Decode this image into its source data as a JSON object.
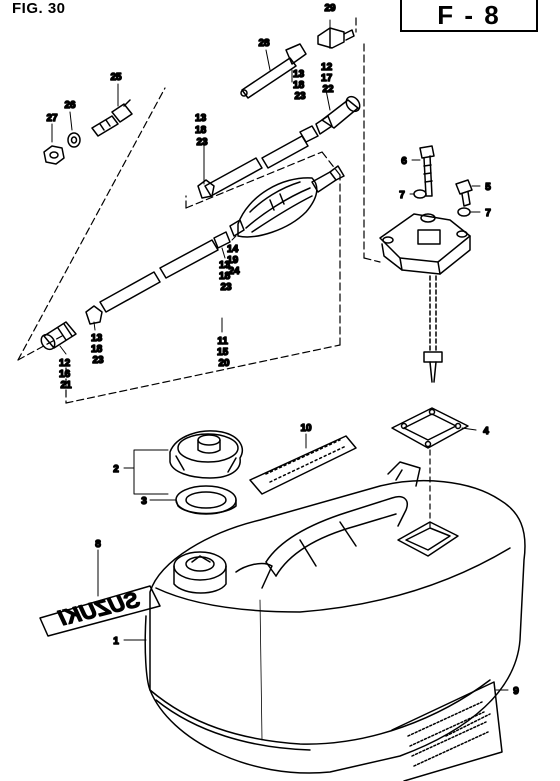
{
  "figure": {
    "label": "FIG. 30",
    "page_code": "F - 8",
    "brand_decal_text": "SUZUKI"
  },
  "callouts": [
    {
      "id": "c29",
      "lines": [
        "29"
      ]
    },
    {
      "id": "c28",
      "lines": [
        "28"
      ]
    },
    {
      "id": "c13a",
      "lines": [
        "13",
        "18",
        "23"
      ]
    },
    {
      "id": "c12a",
      "lines": [
        "12",
        "17",
        "22"
      ]
    },
    {
      "id": "c25",
      "lines": [
        "25"
      ]
    },
    {
      "id": "c26",
      "lines": [
        "26"
      ]
    },
    {
      "id": "c27",
      "lines": [
        "27"
      ]
    },
    {
      "id": "c13b",
      "lines": [
        "13",
        "18",
        "23"
      ]
    },
    {
      "id": "c6",
      "lines": [
        "6"
      ]
    },
    {
      "id": "c7a",
      "lines": [
        "7"
      ]
    },
    {
      "id": "c5",
      "lines": [
        "5"
      ]
    },
    {
      "id": "c7b",
      "lines": [
        "7"
      ]
    },
    {
      "id": "c14",
      "lines": [
        "14",
        "19",
        "24"
      ]
    },
    {
      "id": "c13c",
      "lines": [
        "13",
        "18",
        "23"
      ]
    },
    {
      "id": "c13d",
      "lines": [
        "13",
        "18",
        "23"
      ]
    },
    {
      "id": "c11",
      "lines": [
        "11",
        "15",
        "20"
      ]
    },
    {
      "id": "c12b",
      "lines": [
        "12",
        "16",
        "21"
      ]
    },
    {
      "id": "c10",
      "lines": [
        "10"
      ]
    },
    {
      "id": "c4",
      "lines": [
        "4"
      ]
    },
    {
      "id": "c2",
      "lines": [
        "2"
      ]
    },
    {
      "id": "c3",
      "lines": [
        "3"
      ]
    },
    {
      "id": "c8",
      "lines": [
        "8"
      ]
    },
    {
      "id": "c1",
      "lines": [
        "1"
      ]
    },
    {
      "id": "c9",
      "lines": [
        "9"
      ]
    }
  ]
}
